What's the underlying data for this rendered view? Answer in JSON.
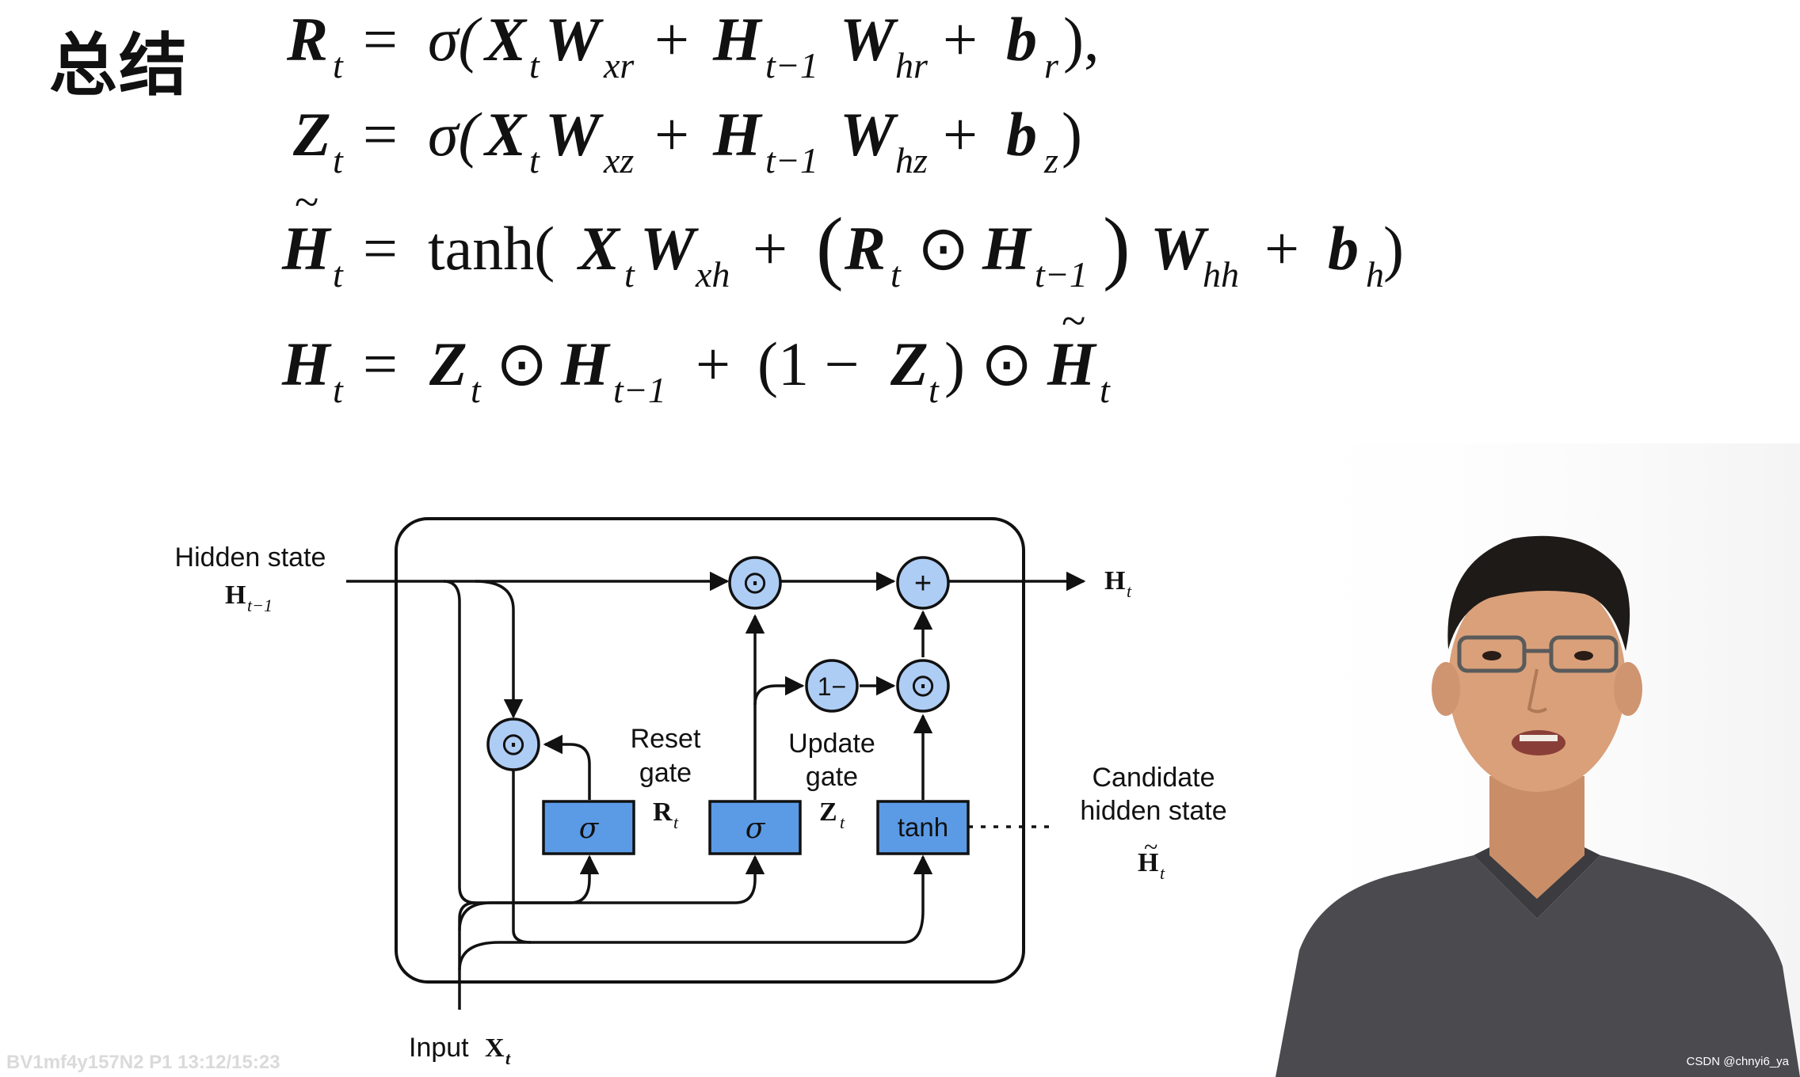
{
  "slide": {
    "title": "总结"
  },
  "equations": {
    "reset": {
      "R": "R",
      "t": "t",
      "eq": "=",
      "sigma": "σ(",
      "X": "X",
      "t2": "t",
      "W": "W",
      "xr": "xr",
      "plus1": "+",
      "H": "H",
      "tm1": "t−1",
      "W2": "W",
      "hr": "hr",
      "plus2": "+",
      "b": "b",
      "r": "r",
      "end": "),"
    },
    "update": {
      "Z": "Z",
      "t": "t",
      "eq": "=",
      "sigma": "σ(",
      "X": "X",
      "t2": "t",
      "W": "W",
      "xz": "xz",
      "plus1": "+",
      "H": "H",
      "tm1": "t−1",
      "W2": "W",
      "hz": "hz",
      "plus2": "+",
      "b": "b",
      "z": "z",
      "end": ")"
    },
    "candidate": {
      "tilde": "~",
      "H": "H",
      "t": "t",
      "eq": "=",
      "tanh": "tanh(",
      "X": "X",
      "t2": "t",
      "W": "W",
      "xh": "xh",
      "plus1": "+",
      "lparen": "(",
      "R": "R",
      "t3": "t",
      "odot": "⊙",
      "H2": "H",
      "tm1": "t−1",
      "rparen": ")",
      "W2": "W",
      "hh": "hh",
      "plus2": "+",
      "b": "b",
      "h": "h",
      "end": ")"
    },
    "hidden": {
      "H": "H",
      "t": "t",
      "eq": "=",
      "Z": "Z",
      "t2": "t",
      "odot1": "⊙",
      "H2": "H",
      "tm1": "t−1",
      "plus": "+",
      "open": "(1 −",
      "Z2": "Z",
      "t3": "t",
      "close": ")",
      "odot2": "⊙",
      "tilde": "~",
      "H3": "H",
      "t4": "t"
    }
  },
  "diagram": {
    "hidden_state_label": "Hidden state",
    "hidden_state_sym": "H",
    "hidden_state_sub": "t−1",
    "output_sym": "H",
    "output_sub": "t",
    "reset_gate_line1": "Reset",
    "reset_gate_line2": "gate",
    "reset_sym": "R",
    "reset_sub": "t",
    "update_gate_line1": "Update",
    "update_gate_line2": "gate",
    "update_sym": "Z",
    "update_sub": "t",
    "candidate_line1": "Candidate",
    "candidate_line2": "hidden state",
    "candidate_sym": "H",
    "candidate_tilde": "~",
    "candidate_sub": "t",
    "input_label": "Input",
    "input_sym": "X",
    "input_sub": "t",
    "sigma": "σ",
    "tanh": "tanh",
    "odot": "⊙",
    "plus": "+",
    "one_minus": "1−"
  },
  "watermarks": {
    "video_info": "BV1mf4y157N2 P1 13:12/15:23",
    "credit": "CSDN @chnyi6_ya"
  },
  "colors": {
    "box_fill": "#5b9be6",
    "circle_fill": "#aecdf5",
    "stroke": "#111111",
    "shirt": "#4a4a4f",
    "skin": "#d9a07a"
  }
}
